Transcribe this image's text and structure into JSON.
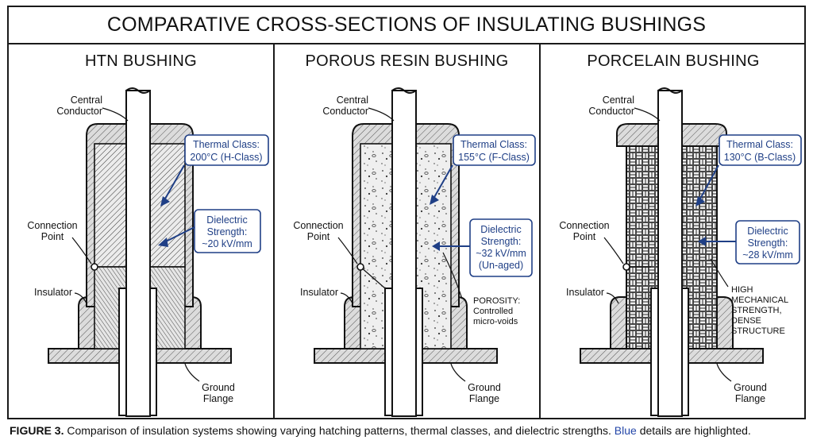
{
  "title": "COMPARATIVE CROSS-SECTIONS OF INSULATING BUSHINGS",
  "colors": {
    "accent_blue": "#1f3f86",
    "line": "#1a1a1a",
    "body_fill": "#e9e9e9",
    "conductor_fill": "#ffffff"
  },
  "panels": [
    {
      "name": "HTN BUSHING",
      "pattern": "fine-diagonal-hatch",
      "thermal": {
        "line1": "Thermal Class:",
        "line2": "200°C (H-Class)"
      },
      "dielectric": {
        "line1": "Dielectric",
        "line2": "Strength:",
        "line3": "~20 kV/mm"
      },
      "labels": {
        "conductor1": "Central",
        "conductor2": "Conductor",
        "connection1": "Connection",
        "connection2": "Point",
        "insulator": "Insulator",
        "flange1": "Ground",
        "flange2": "Flange"
      }
    },
    {
      "name": "POROUS RESIN BUSHING",
      "pattern": "speckled-voids",
      "thermal": {
        "line1": "Thermal Class:",
        "line2": "155°C (F-Class)"
      },
      "dielectric": {
        "line1": "Dielectric",
        "line2": "Strength:",
        "line3": "~32 kV/mm",
        "line4": "(Un-aged)"
      },
      "note": {
        "line1": "POROSITY:",
        "line2": "Controlled",
        "line3": "micro-voids"
      },
      "labels": {
        "conductor1": "Central",
        "conductor2": "Conductor",
        "connection1": "Connection",
        "connection2": "Point",
        "insulator": "Insulator",
        "flange1": "Ground",
        "flange2": "Flange"
      }
    },
    {
      "name": "PORCELAIN BUSHING",
      "pattern": "brick-weave",
      "thermal": {
        "line1": "Thermal Class:",
        "line2": "130°C (B-Class)"
      },
      "dielectric": {
        "line1": "Dielectric",
        "line2": "Strength:",
        "line3": "~28 kV/mm"
      },
      "note": {
        "line1": "HIGH",
        "line2": "MECHANICAL",
        "line3": "STRENGTH,",
        "line4": "DENSE",
        "line5": "STRUCTURE"
      },
      "labels": {
        "conductor1": "Central",
        "conductor2": "Conductor",
        "connection1": "Connection",
        "connection2": "Point",
        "insulator": "Insulator",
        "flange1": "Ground",
        "flange2": "Flange"
      }
    }
  ],
  "caption": {
    "figure": "FIGURE 3.",
    "text": " Comparison of insulation systems showing varying hatching patterns, thermal classes, and dielectric strengths. ",
    "highlight": "Blue",
    "tail": " details are highlighted."
  }
}
